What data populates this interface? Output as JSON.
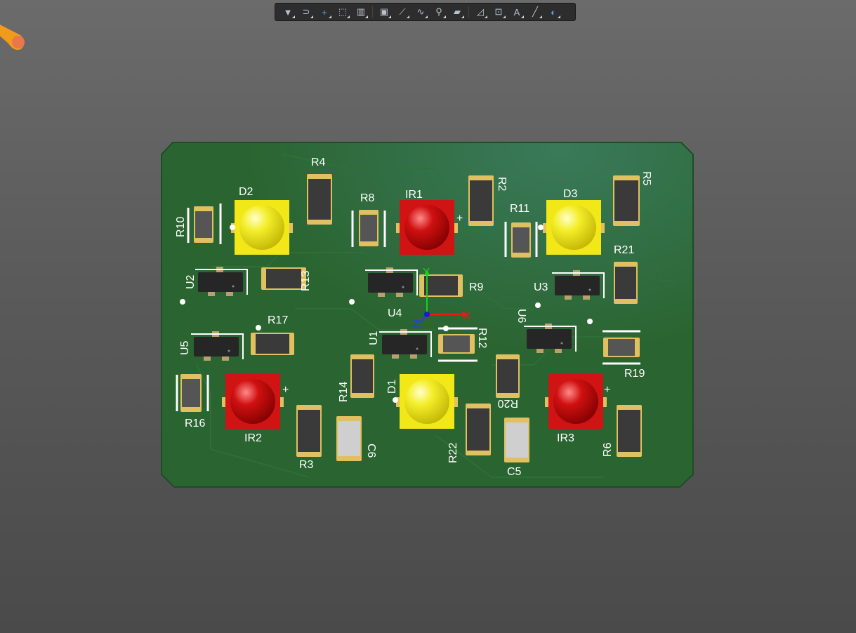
{
  "toolbar": {
    "buttons": [
      {
        "name": "filter-icon",
        "glyph": "▼"
      },
      {
        "name": "snap-icon",
        "glyph": "⊃"
      },
      {
        "name": "crosshair-icon",
        "glyph": "+"
      },
      {
        "name": "select-rect-icon",
        "glyph": "⬚"
      },
      {
        "name": "align-icon",
        "glyph": "▥"
      },
      {
        "name": "component-icon",
        "glyph": "▣"
      },
      {
        "name": "route-icon",
        "glyph": "⟋"
      },
      {
        "name": "interactive-route-icon",
        "glyph": "∿"
      },
      {
        "name": "probe-icon",
        "glyph": "⚲"
      },
      {
        "name": "layer-stack-icon",
        "glyph": "▰"
      },
      {
        "name": "measure-icon",
        "glyph": "◿"
      },
      {
        "name": "dimension-icon",
        "glyph": "⊡"
      },
      {
        "name": "text-icon",
        "glyph": "A"
      },
      {
        "name": "line-icon",
        "glyph": "╱"
      },
      {
        "name": "view-3d-icon",
        "glyph": "◐"
      }
    ]
  },
  "board": {
    "colors": {
      "board": "#2c6a34",
      "pad": "#e0c060",
      "body": "#3a3a3a",
      "red": "#d81a1a",
      "yellow": "#f0ea20"
    },
    "labels": {
      "R4": "R4",
      "D2": "D2",
      "R8": "R8",
      "IR1": "IR1",
      "R2": "R2",
      "R11": "R11",
      "D3": "D3",
      "R5": "R5",
      "R10": "R10",
      "R21": "R21",
      "U2": "U2",
      "R13": "R13",
      "U4": "U4",
      "R9": "R9",
      "U3": "U3",
      "R17": "R17",
      "U5": "U5",
      "U1": "U1",
      "R12": "R12",
      "U6": "U6",
      "R19": "R19",
      "R14": "R14",
      "D1": "D1",
      "R20": "R20",
      "R16": "R16",
      "IR2": "IR2",
      "C6": "C6",
      "R22": "R22",
      "IR3": "IR3",
      "R3": "R3",
      "C5": "C5",
      "R6": "R6"
    },
    "axis": {
      "x": "X",
      "y": "Y",
      "z": "Z"
    },
    "polarity": "+"
  }
}
